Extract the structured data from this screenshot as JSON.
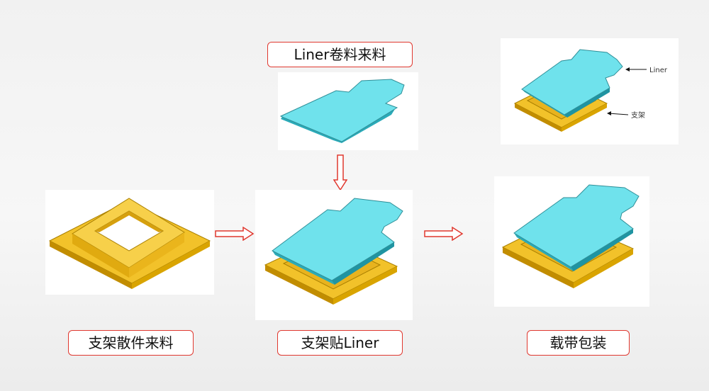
{
  "labels": {
    "liner_feed": "Liner卷料来料",
    "bracket_feed": "支架散件来料",
    "bracket_liner": "支架贴Liner",
    "tape_pack": "载带包装"
  },
  "annotations": {
    "liner": "Liner",
    "bracket": "支架"
  },
  "colors": {
    "label_border": "#e0382f",
    "arrow": "#e0382f",
    "liner": "#6fe2ec",
    "bracket": "#f2c22a"
  }
}
